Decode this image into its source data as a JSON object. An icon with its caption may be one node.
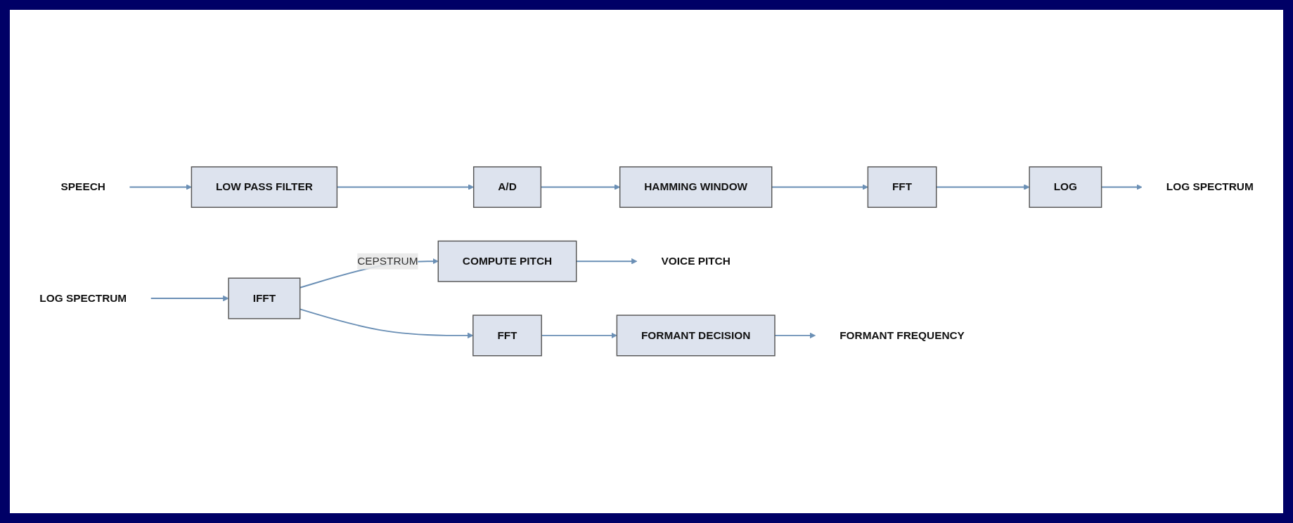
{
  "diagram": {
    "nodes": [
      {
        "text": [
          "SPEECH"
        ]
      },
      {
        "text": [
          "LOW PASS FILTER"
        ]
      },
      {
        "text": [
          "A/D"
        ]
      },
      {
        "text": [
          "HAMMING WINDOW"
        ]
      },
      {
        "text": [
          "FFT"
        ]
      },
      {
        "text": [
          "LOG"
        ]
      },
      {
        "text": [
          "LOG SPECTRUM"
        ]
      },
      {
        "text": [
          "LOG SPECTRUM"
        ]
      },
      {
        "text": [
          "IFFT"
        ]
      },
      {
        "text": [
          "COMPUTE PITCH"
        ]
      },
      {
        "text": [
          "VOICE PITCH"
        ]
      },
      {
        "text": [
          "FFT"
        ]
      },
      {
        "text": [
          "FORMANT DECISION"
        ]
      },
      {
        "text": [
          "FORMANT FREQUENCY"
        ]
      }
    ],
    "edges": [
      {
        "from": 0,
        "to": 1,
        "arrow": "to"
      },
      {
        "from": 1,
        "to": 2,
        "arrow": "to"
      },
      {
        "from": 2,
        "to": 3,
        "arrow": "to"
      },
      {
        "from": 3,
        "to": 4,
        "arrow": "to"
      },
      {
        "from": 4,
        "to": 5,
        "arrow": "to"
      },
      {
        "from": 5,
        "to": 6,
        "arrow": "to"
      },
      {
        "from": 7,
        "to": 8,
        "arrow": "to"
      },
      {
        "from": 8,
        "to": 9,
        "label": "CEPSTRUM",
        "arrow": "to"
      },
      {
        "from": 9,
        "to": 10,
        "arrow": "to"
      },
      {
        "from": 8,
        "to": 11,
        "arrow": "to"
      },
      {
        "from": 11,
        "to": 12,
        "arrow": "to"
      },
      {
        "from": 12,
        "to": 13,
        "arrow": "to"
      }
    ]
  }
}
